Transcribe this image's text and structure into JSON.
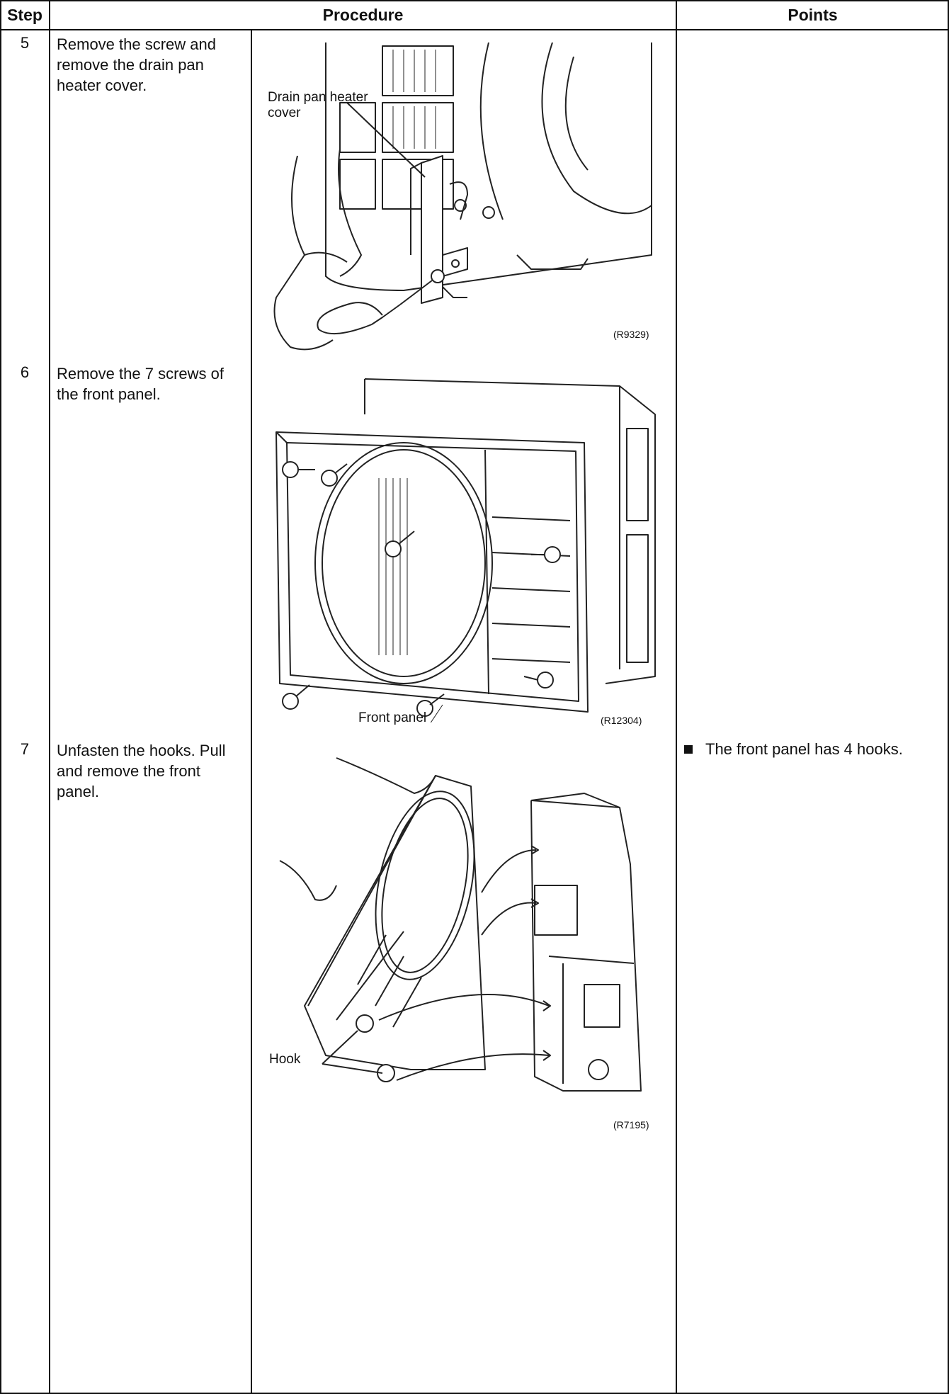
{
  "header": {
    "step": "Step",
    "procedure": "Procedure",
    "points": "Points"
  },
  "steps": [
    {
      "number": "5",
      "text": "Remove the screw and remove the drain pan heater cover.",
      "figure_labels": [
        "Drain pan heater cover"
      ],
      "figure_ref": "(R9329)"
    },
    {
      "number": "6",
      "text": "Remove the 7 screws of the front panel.",
      "figure_labels": [
        "Front panel"
      ],
      "figure_ref": "(R12304)"
    },
    {
      "number": "7",
      "text": "Unfasten the hooks. Pull and remove the front panel.",
      "figure_labels": [
        "Hook"
      ],
      "figure_ref": "(R7195)",
      "point": "The front panel has 4 hooks."
    }
  ]
}
